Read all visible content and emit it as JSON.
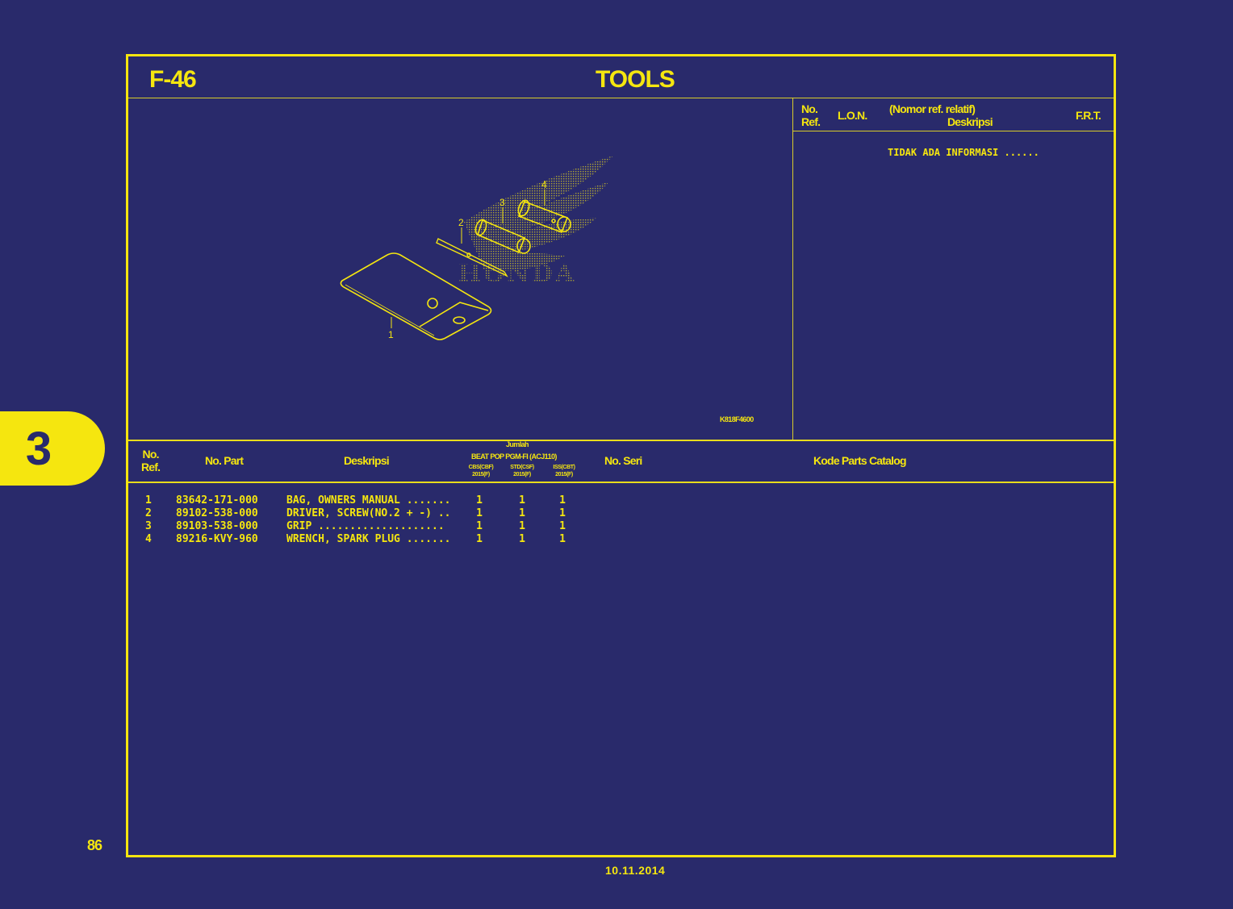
{
  "page": {
    "code": "F-46",
    "title": "TOOLS",
    "section_tab": "3",
    "page_number": "86",
    "date": "10.11.2014",
    "colors": {
      "background": "#292a6b",
      "accent": "#f5e60f"
    }
  },
  "diagram": {
    "image_code": "K818F4600",
    "watermark": "HONDA",
    "callouts": [
      "1",
      "2",
      "3",
      "4"
    ]
  },
  "info_panel": {
    "headers": {
      "no_ref_line1": "No.",
      "no_ref_line2": "Ref.",
      "lon": "L.O.N.",
      "desc_line1": "(Nomor ref. relatif)",
      "desc_line2": "Deskripsi",
      "frt": "F.R.T."
    },
    "message": "TIDAK ADA INFORMASI ......"
  },
  "parts_table": {
    "headers": {
      "no_ref_line1": "No.",
      "no_ref_line2": "Ref.",
      "no_part": "No. Part",
      "deskripsi": "Deskripsi",
      "jumlah": "Jumlah",
      "model": "BEAT POP PGM-FI (ACJ110)",
      "variants": [
        {
          "name": "CBS(CBF)",
          "year": "2015(F)"
        },
        {
          "name": "STD(CSF)",
          "year": "2015(F)"
        },
        {
          "name": "ISS(CBT)",
          "year": "2015(F)"
        }
      ],
      "no_seri": "No. Seri",
      "kode_parts_catalog": "Kode Parts Catalog"
    },
    "rows": [
      {
        "ref": "1",
        "part": "83642-171-000",
        "desc": "BAG, OWNERS MANUAL .......",
        "q1": "1",
        "q2": "1",
        "q3": "1"
      },
      {
        "ref": "2",
        "part": "89102-538-000",
        "desc": "DRIVER, SCREW(NO.2 + -) ..",
        "q1": "1",
        "q2": "1",
        "q3": "1"
      },
      {
        "ref": "3",
        "part": "89103-538-000",
        "desc": "GRIP ....................",
        "q1": "1",
        "q2": "1",
        "q3": "1"
      },
      {
        "ref": "4",
        "part": "89216-KVY-960",
        "desc": "WRENCH, SPARK PLUG .......",
        "q1": "1",
        "q2": "1",
        "q3": "1"
      }
    ]
  }
}
